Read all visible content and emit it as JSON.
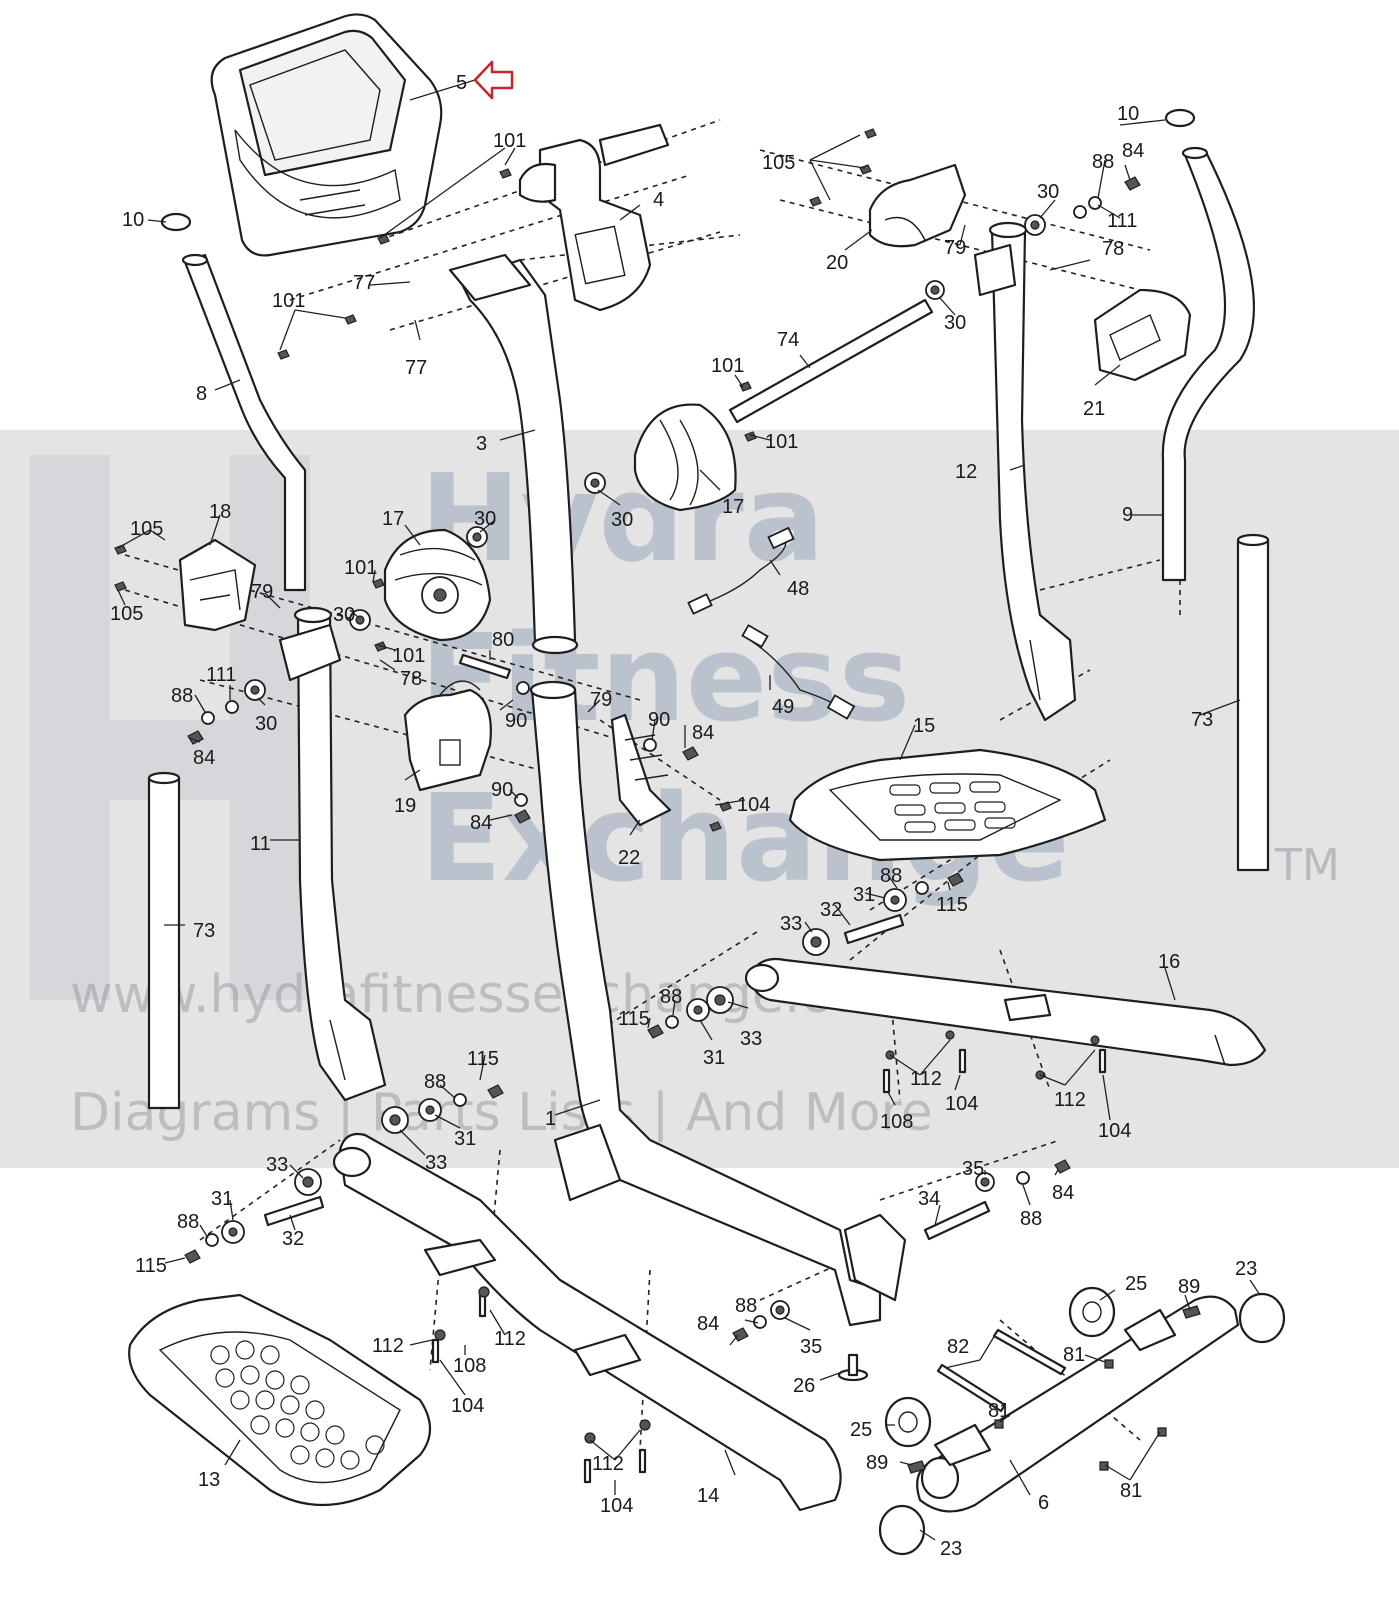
{
  "watermark": {
    "brand_line_1": "Hydra",
    "brand_line_2": "Fitness",
    "brand_line_3": "Exchange",
    "trademark": "TM",
    "url": "www.hydrafitnessexchange.com",
    "tagline": "Diagrams | Parts Lists | And More",
    "band_color": "#e4e4e4",
    "brand_color": "#5f7ca0"
  },
  "highlight": {
    "part": "5",
    "arrow_color": "#c2252b",
    "arrow_icon": "outline-arrow-left-icon"
  },
  "labels": {
    "p1": "1",
    "p3": "3",
    "p4": "4",
    "p5": "5",
    "p6": "6",
    "p8": "8",
    "p9": "9",
    "p10": "10",
    "p11": "11",
    "p12": "12",
    "p13": "13",
    "p14": "14",
    "p15": "15",
    "p16": "16",
    "p17": "17",
    "p18": "18",
    "p19": "19",
    "p20": "20",
    "p21": "21",
    "p22": "22",
    "p23": "23",
    "p25": "25",
    "p26": "26",
    "p30": "30",
    "p31": "31",
    "p32": "32",
    "p33": "33",
    "p34": "34",
    "p35": "35",
    "p48": "48",
    "p49": "49",
    "p73": "73",
    "p74": "74",
    "p77": "77",
    "p78": "78",
    "p79": "79",
    "p80": "80",
    "p81": "81",
    "p82": "82",
    "p84": "84",
    "p88": "88",
    "p89": "89",
    "p90": "90",
    "p101": "101",
    "p104": "104",
    "p105": "105",
    "p108": "108",
    "p111": "111",
    "p112": "112",
    "p115": "115"
  }
}
